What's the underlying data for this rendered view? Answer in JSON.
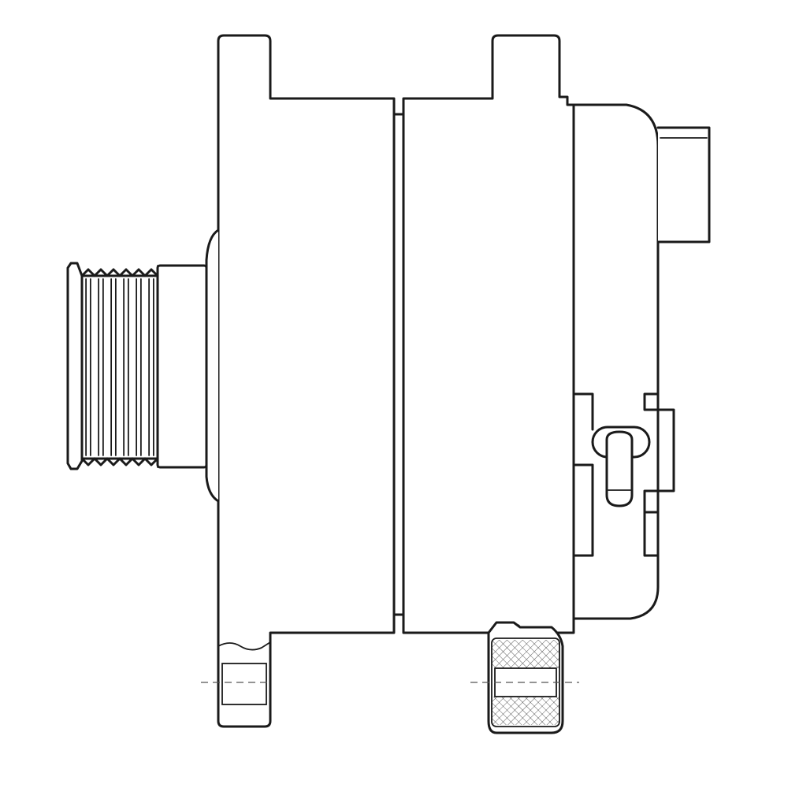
{
  "drawing": {
    "subject": "alternator",
    "view": "side",
    "line_color": "#1a1a1a",
    "background": "#ffffff",
    "pulley": {
      "grooves": 6
    }
  }
}
